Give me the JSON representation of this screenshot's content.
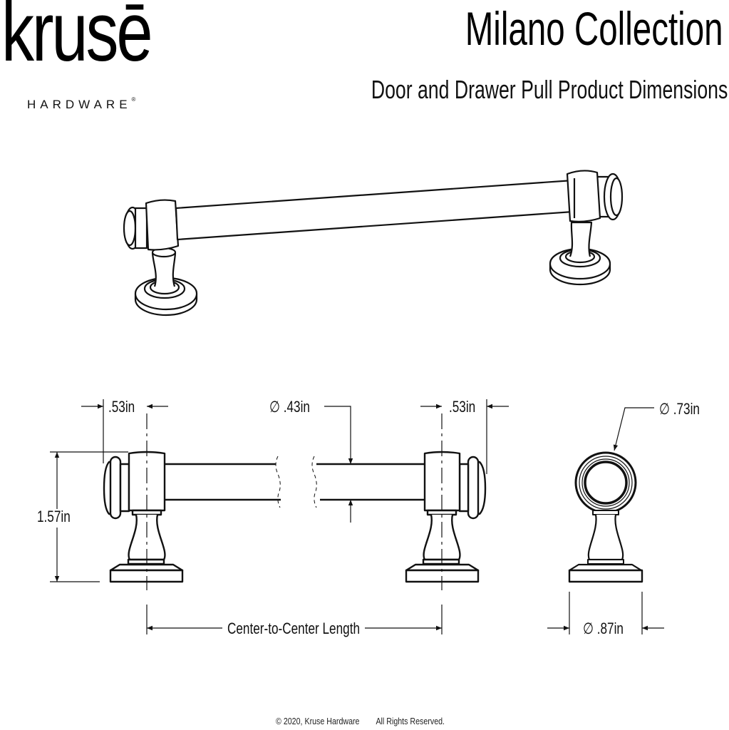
{
  "brand": {
    "logo_word": "krusē",
    "logo_sub": "HARDWARE",
    "registered_mark": "®"
  },
  "header": {
    "title": "Milano Collection",
    "subtitle": "Door and Drawer Pull Product Dimensions"
  },
  "dimensions": {
    "left_post_width": ".53in",
    "bar_diameter": "∅ .43in",
    "right_post_width": ".53in",
    "end_cap_diameter": "∅ .73in",
    "overall_height": "1.57in",
    "center_to_center": "Center-to-Center Length",
    "base_diameter": "∅ .87in"
  },
  "views": {
    "isometric": "isometric-view",
    "front": "front-elevation-view",
    "side": "side-end-view"
  },
  "colors": {
    "line": "#111111",
    "background": "#ffffff"
  },
  "footer": {
    "copyright": "© 2020, Kruse Hardware",
    "rights": "All Rights Reserved."
  }
}
